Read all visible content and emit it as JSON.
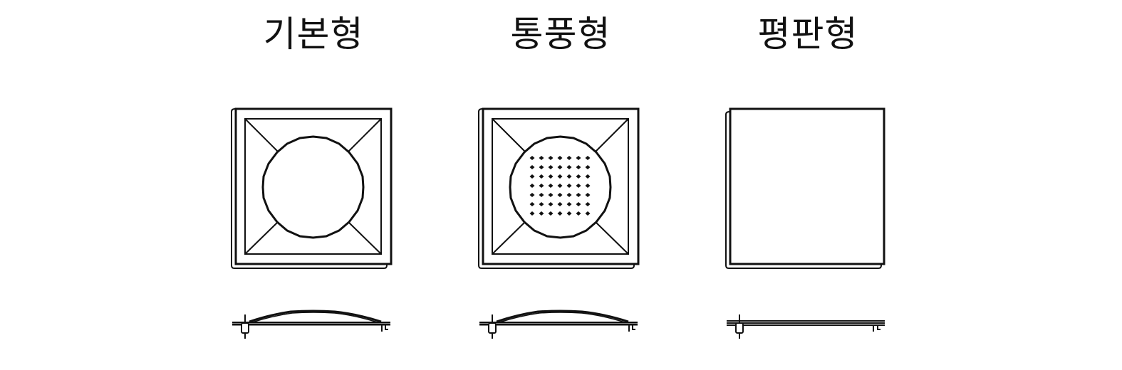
{
  "panels": [
    {
      "title": "기본형"
    },
    {
      "title": "통풍형"
    },
    {
      "title": "평판형"
    }
  ],
  "colors": {
    "stroke": "#111111",
    "background": "#ffffff"
  }
}
